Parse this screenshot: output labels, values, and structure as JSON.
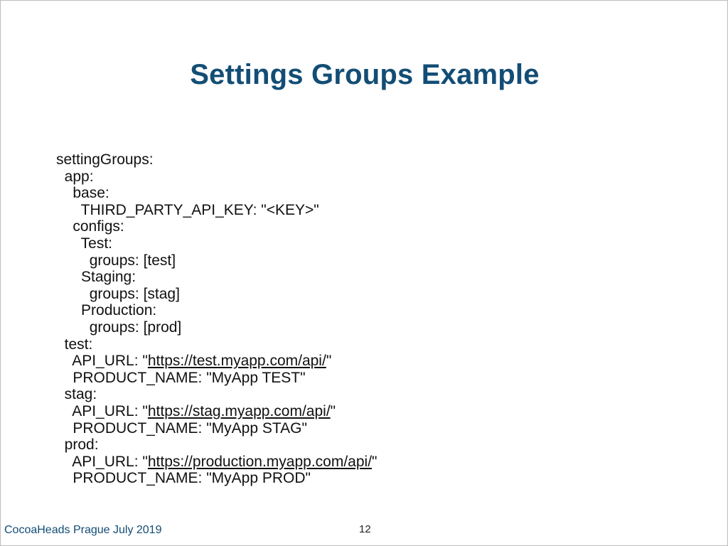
{
  "slide": {
    "title": "Settings Groups Example",
    "code_lines": [
      {
        "indent": "",
        "text": "settingGroups:"
      },
      {
        "indent": "  ",
        "text": "app:"
      },
      {
        "indent": "    ",
        "text": "base:"
      },
      {
        "indent": "      ",
        "text": "THIRD_PARTY_API_KEY: \"<KEY>\""
      },
      {
        "indent": "    ",
        "text": "configs:"
      },
      {
        "indent": "      ",
        "text": "Test:"
      },
      {
        "indent": "        ",
        "text": "groups: [test]"
      },
      {
        "indent": "      ",
        "text": "Staging:"
      },
      {
        "indent": "        ",
        "text": "groups: [stag]"
      },
      {
        "indent": "      ",
        "text": "Production:"
      },
      {
        "indent": "        ",
        "text": "groups: [prod]"
      },
      {
        "indent": "  ",
        "text": "test:"
      },
      {
        "indent": "    ",
        "prefix": "API_URL: \"",
        "link": "https://test.myapp.com/api/",
        "suffix": "\""
      },
      {
        "indent": "    ",
        "text": "PRODUCT_NAME: \"MyApp TEST\""
      },
      {
        "indent": "  ",
        "text": "stag:"
      },
      {
        "indent": "    ",
        "prefix": "API_URL: \"",
        "link": "https://stag.myapp.com/api/",
        "suffix": "\""
      },
      {
        "indent": "    ",
        "text": "PRODUCT_NAME: \"MyApp STAG\""
      },
      {
        "indent": "  ",
        "text": "prod:"
      },
      {
        "indent": "    ",
        "prefix": "API_URL: \"",
        "link": "https://production.myapp.com/api/",
        "suffix": "\""
      },
      {
        "indent": "    ",
        "text": "PRODUCT_NAME: \"MyApp PROD\""
      }
    ],
    "footer": "CocoaHeads Prague July 2019",
    "page_number": "12"
  },
  "colors": {
    "title": "#134d75",
    "footer": "#134d75",
    "text": "#111111"
  }
}
